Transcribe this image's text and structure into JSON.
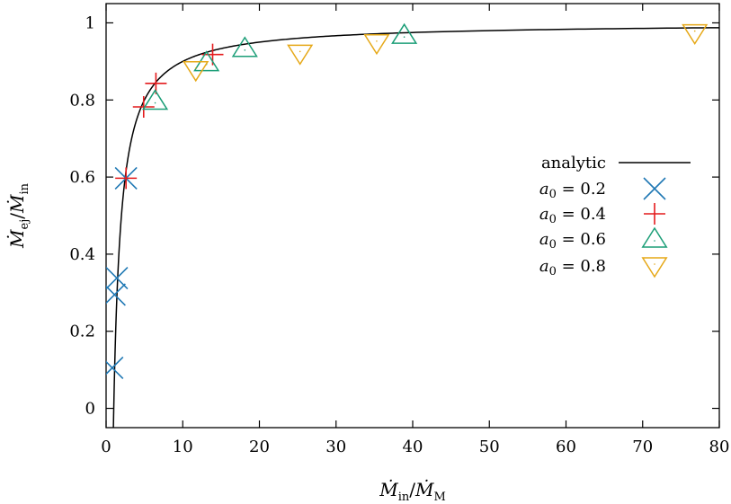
{
  "chart_data": {
    "type": "scatter",
    "x_axis": {
      "range": [
        0,
        80
      ],
      "ticks": [
        0,
        10,
        20,
        30,
        40,
        50,
        60,
        70,
        80
      ],
      "label": {
        "base": "Ṁ",
        "sub": "in",
        "sep": "/",
        "base2": "Ṁ",
        "sub2": "M"
      }
    },
    "y_axis": {
      "range": [
        -0.05,
        1.05
      ],
      "ticks": [
        0,
        0.2,
        0.4,
        0.6,
        0.8,
        1
      ],
      "tick_labels": [
        "0",
        "0.2",
        "0.4",
        "0.6",
        "0.8",
        "1"
      ],
      "label": {
        "base": "Ṁ",
        "sub": "ej",
        "sep": "/",
        "base2": "Ṁ",
        "sub2": "in"
      }
    },
    "grid": false,
    "legend_position": "right",
    "series": [
      {
        "name": "analytic",
        "kind": "line",
        "color": "#000000",
        "function": "1 - 1/x",
        "x_start": 0.95,
        "x_end": 80
      },
      {
        "name": "a₀ = 0.2",
        "label_parts": {
          "var": "a",
          "sub": "0",
          "rest": " = 0.2"
        },
        "marker": "x",
        "color": "#1f78b4",
        "points": [
          [
            0.8,
            0.105
          ],
          [
            1.1,
            0.295
          ],
          [
            1.4,
            0.338
          ],
          [
            2.6,
            0.597
          ]
        ]
      },
      {
        "name": "a₀ = 0.4",
        "label_parts": {
          "var": "a",
          "sub": "0",
          "rest": " = 0.4"
        },
        "marker": "plus",
        "color": "#e41a1c",
        "points": [
          [
            2.6,
            0.597
          ],
          [
            4.9,
            0.782
          ],
          [
            6.5,
            0.843
          ],
          [
            13.9,
            0.918
          ]
        ]
      },
      {
        "name": "a₀ = 0.6",
        "label_parts": {
          "var": "a",
          "sub": "0",
          "rest": " = 0.6"
        },
        "marker": "triangle-up",
        "color": "#1b9e77",
        "points": [
          [
            6.4,
            0.797
          ],
          [
            13.1,
            0.897
          ],
          [
            18.1,
            0.934
          ],
          [
            38.9,
            0.968
          ]
        ]
      },
      {
        "name": "a₀ = 0.8",
        "label_parts": {
          "var": "a",
          "sub": "0",
          "rest": " = 0.8"
        },
        "marker": "triangle-down",
        "color": "#e6a817",
        "points": [
          [
            11.7,
            0.878
          ],
          [
            25.3,
            0.921
          ],
          [
            35.3,
            0.948
          ],
          [
            76.8,
            0.974
          ]
        ]
      }
    ]
  }
}
